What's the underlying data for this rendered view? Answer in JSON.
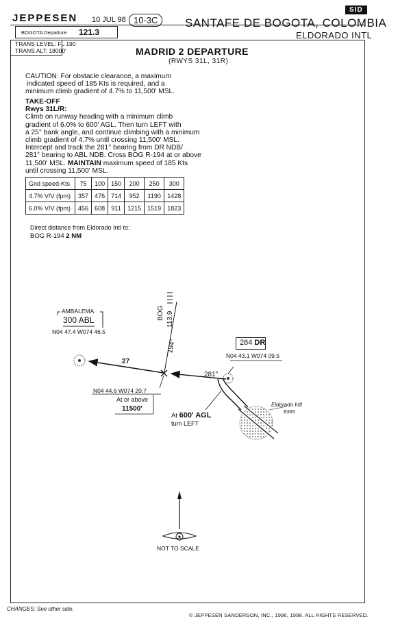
{
  "header": {
    "brand": "JEPPESEN",
    "date": "10 JUL 98",
    "chart_number": "10-3C",
    "chart_type_badge": "SID",
    "city": "SANTAFE DE BOGOTA, COLOMBIA",
    "airport": "ELDORADO INTL",
    "freq_label": "BOGOTA Departure",
    "freq_value": "121.3",
    "trans_level": "TRANS LEVEL: FL 190",
    "trans_alt": "TRANS ALT: 18000'"
  },
  "procedure": {
    "name": "MADRID 2 DEPARTURE",
    "runways": "(RWYS 31L, 31R)"
  },
  "caution": {
    "lines": [
      "CAUTION: For obstacle clearance, a maximum",
      "indicated speed of 185 Kts is required, and a",
      "minimum climb gradient of 4.7% to 11,500' MSL."
    ]
  },
  "takeoff": {
    "heading": "TAKE-OFF",
    "rwys": "Rwys 31L/R:",
    "lines": [
      "Climb on runway heading with a minimum climb",
      "gradient of 6.0% to 600' AGL. Then turn LEFT with",
      "a 25° bank angle, and continue climbing with a minimum",
      "climb gradient of 4.7% until crossing 11,500' MSL.",
      "Intercept and track the 281° bearing from DR NDB/",
      "281° bearing to ABL NDB. Cross BOG R-194 at or above",
      "11,500' MSL.",
      "until crossing 11,500' MSL."
    ],
    "maintain_word": "MAINTAIN",
    "maintain_rest": "maximum speed of 185 Kts"
  },
  "table": {
    "header": [
      "Gnd speed-Kts",
      "75",
      "100",
      "150",
      "200",
      "250",
      "300"
    ],
    "rows": [
      [
        "4.7% V/V (fpm)",
        "357",
        "476",
        "714",
        "952",
        "1190",
        "1428"
      ],
      [
        "6.0% V/V (fpm)",
        "456",
        "608",
        "911",
        "1215",
        "1519",
        "1823"
      ]
    ]
  },
  "distance": {
    "intro": "Direct distance from Eldorado Intl to:",
    "item": "BOG R-194",
    "value": "2 NM"
  },
  "map": {
    "ambalema_name": "AMBALEMA",
    "ambalema_freq": "300",
    "ambalema_ident": "ABL",
    "ambalema_coords": "N04 47.4 W074 46.5",
    "leg_27": "27",
    "radial_label": "BOG",
    "radial_value": "113.9",
    "radial_194": "194°",
    "fix_coords": "N04 44.6 W074 20.7",
    "fix_alt_label": "At or above",
    "fix_alt": "11500'",
    "dr_freq": "264",
    "dr_ident": "DR",
    "dr_coords": "N04 43.1 W074 09.5",
    "bearing_281": "281°",
    "airport_name": "Eldorado Intl",
    "airport_elev": "8365",
    "turn_at": "At",
    "turn_alt": "600' AGL",
    "turn_text": "turn LEFT",
    "not_to_scale": "NOT TO SCALE"
  },
  "footer": {
    "changes": "CHANGES: See other side.",
    "copyright": "© JEPPESEN SANDERSON, INC., 1996, 1998. ALL RIGHTS RESERVED."
  }
}
